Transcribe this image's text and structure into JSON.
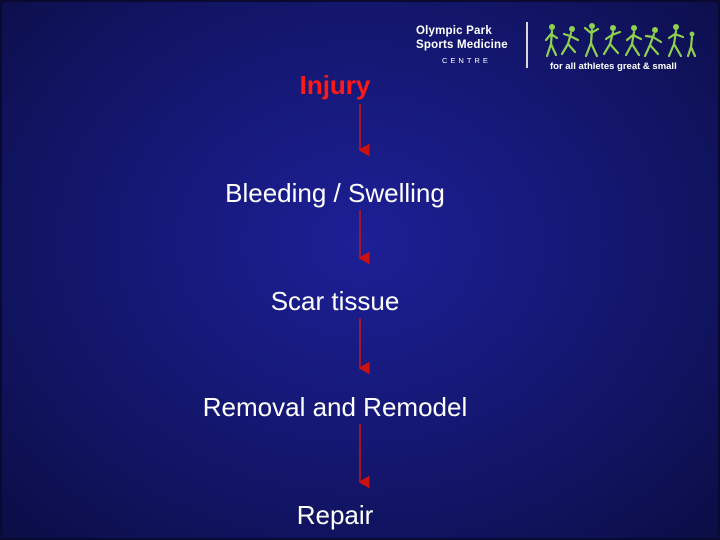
{
  "logo": {
    "org_line1": "Olympic Park",
    "org_line2": "Sports Medicine",
    "org_line3": "CENTRE",
    "tagline": "for all athletes great & small",
    "figures_icon": "athlete-silhouettes-icon"
  },
  "flow": {
    "steps": [
      "Injury",
      "Bleeding / Swelling",
      "Scar tissue",
      "Removal and Remodel",
      "Repair"
    ]
  },
  "colors": {
    "background": "#151874",
    "highlight_text": "#ff1a1a",
    "text": "#ffffff",
    "arrow": "#cc1111",
    "logo_figures": "#8fd14f"
  }
}
